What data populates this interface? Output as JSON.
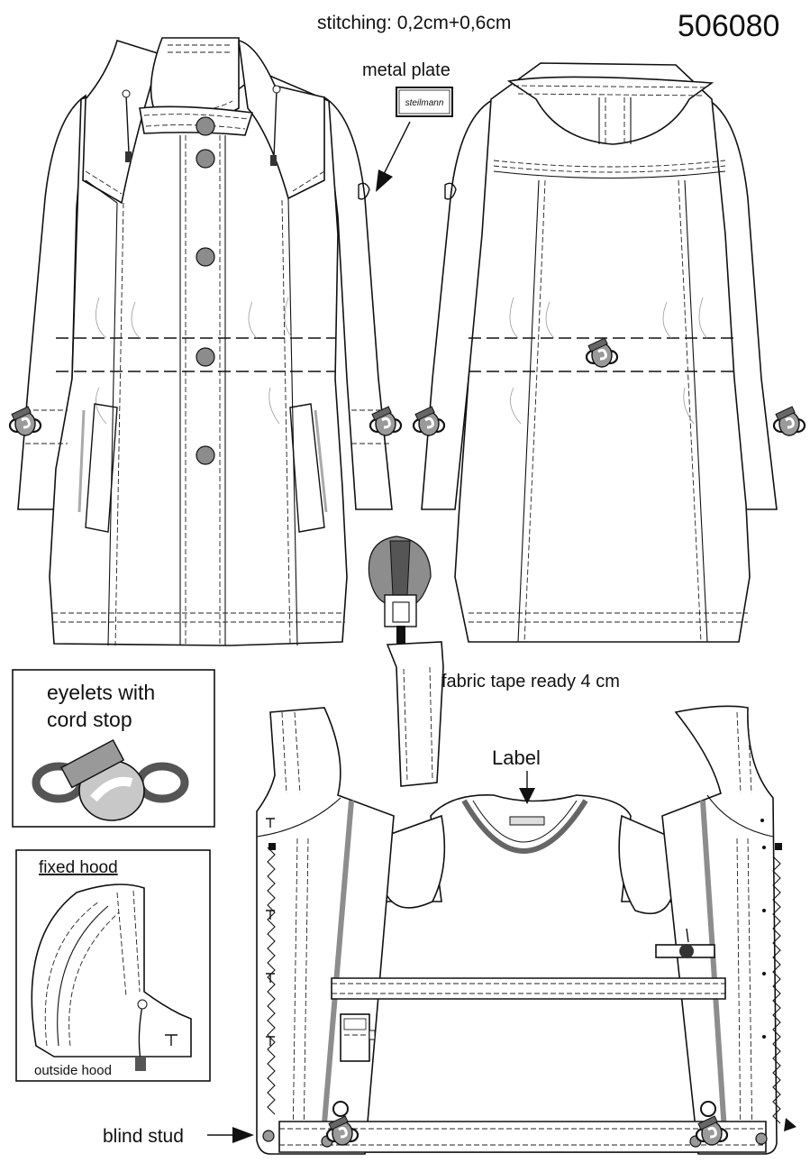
{
  "header": {
    "stitching": "stitching: 0,2cm+0,6cm",
    "article_number": "506080"
  },
  "callouts": {
    "metal_plate": "metal plate",
    "plate_brand": "steilmann",
    "fabric_tape": "fabric tape ready 4 cm",
    "label": "Label",
    "blind_stud": "blind stud"
  },
  "detail_boxes": {
    "eyelets": {
      "line1": "eyelets with",
      "line2": "cord stop"
    },
    "hood": {
      "title": "fixed hood",
      "caption": "outside hood"
    }
  }
}
